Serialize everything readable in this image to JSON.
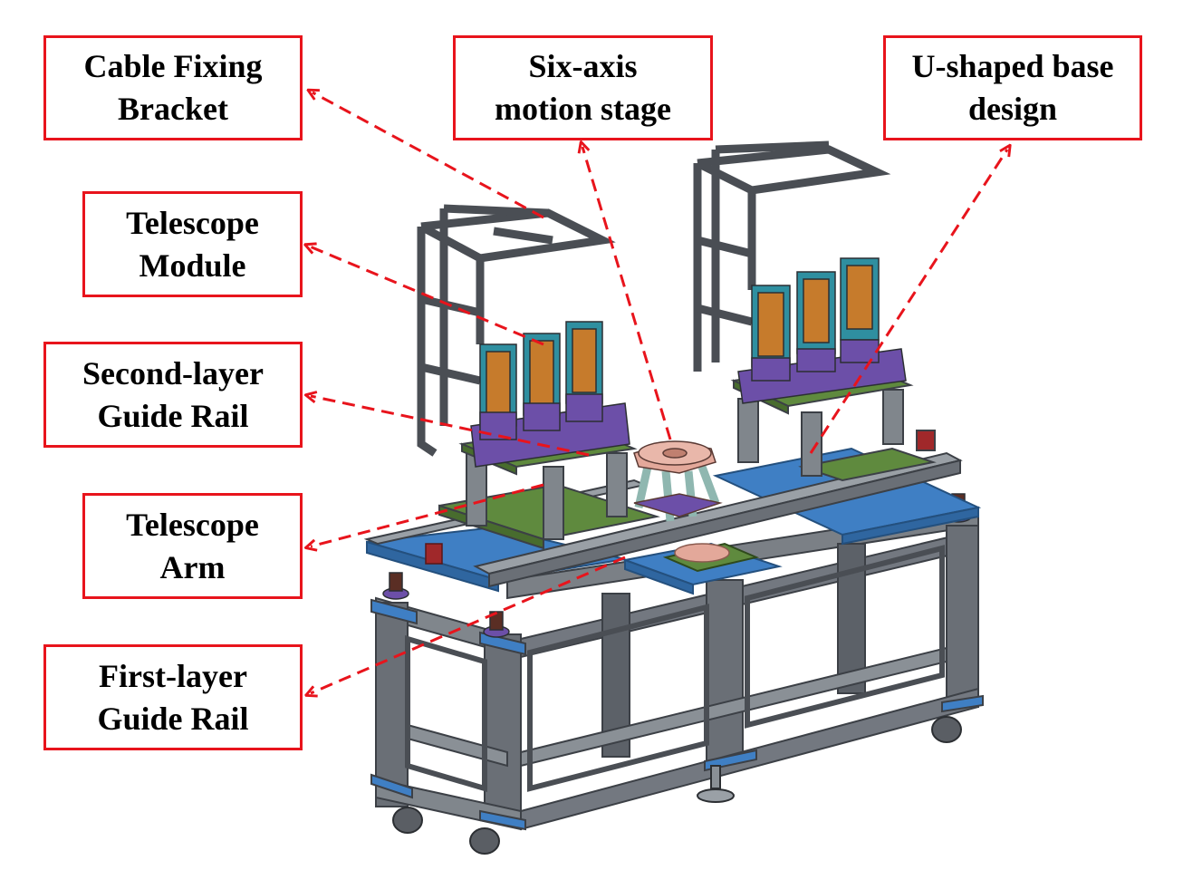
{
  "labels": {
    "cable_fixing_bracket": {
      "line1": "Cable Fixing",
      "line2": "Bracket"
    },
    "six_axis_motion_stage": {
      "line1": "Six-axis",
      "line2": "motion stage"
    },
    "u_shaped_base_design": {
      "line1": "U-shaped base",
      "line2": "design"
    },
    "telescope_module": {
      "line1": "Telescope",
      "line2": "Module"
    },
    "second_layer_guide_rail": {
      "line1": "Second-layer",
      "line2": "Guide Rail"
    },
    "telescope_arm": {
      "line1": "Telescope",
      "line2": "Arm"
    },
    "first_layer_guide_rail": {
      "line1": "First-layer",
      "line2": "Guide Rail"
    }
  },
  "colors": {
    "label_border": "#e8141c",
    "arrow": "#e8141c",
    "frame_aluminium": "#6f747a",
    "frame_dark": "#4a4e54",
    "base_plate_blue": "#3f7fc4",
    "mount_plate_green": "#5f8a3e",
    "module_purple": "#6c4fa8",
    "module_teal": "#2f8fa0",
    "module_copper": "#c67b2c",
    "stage_pink": "#e3a89a"
  }
}
